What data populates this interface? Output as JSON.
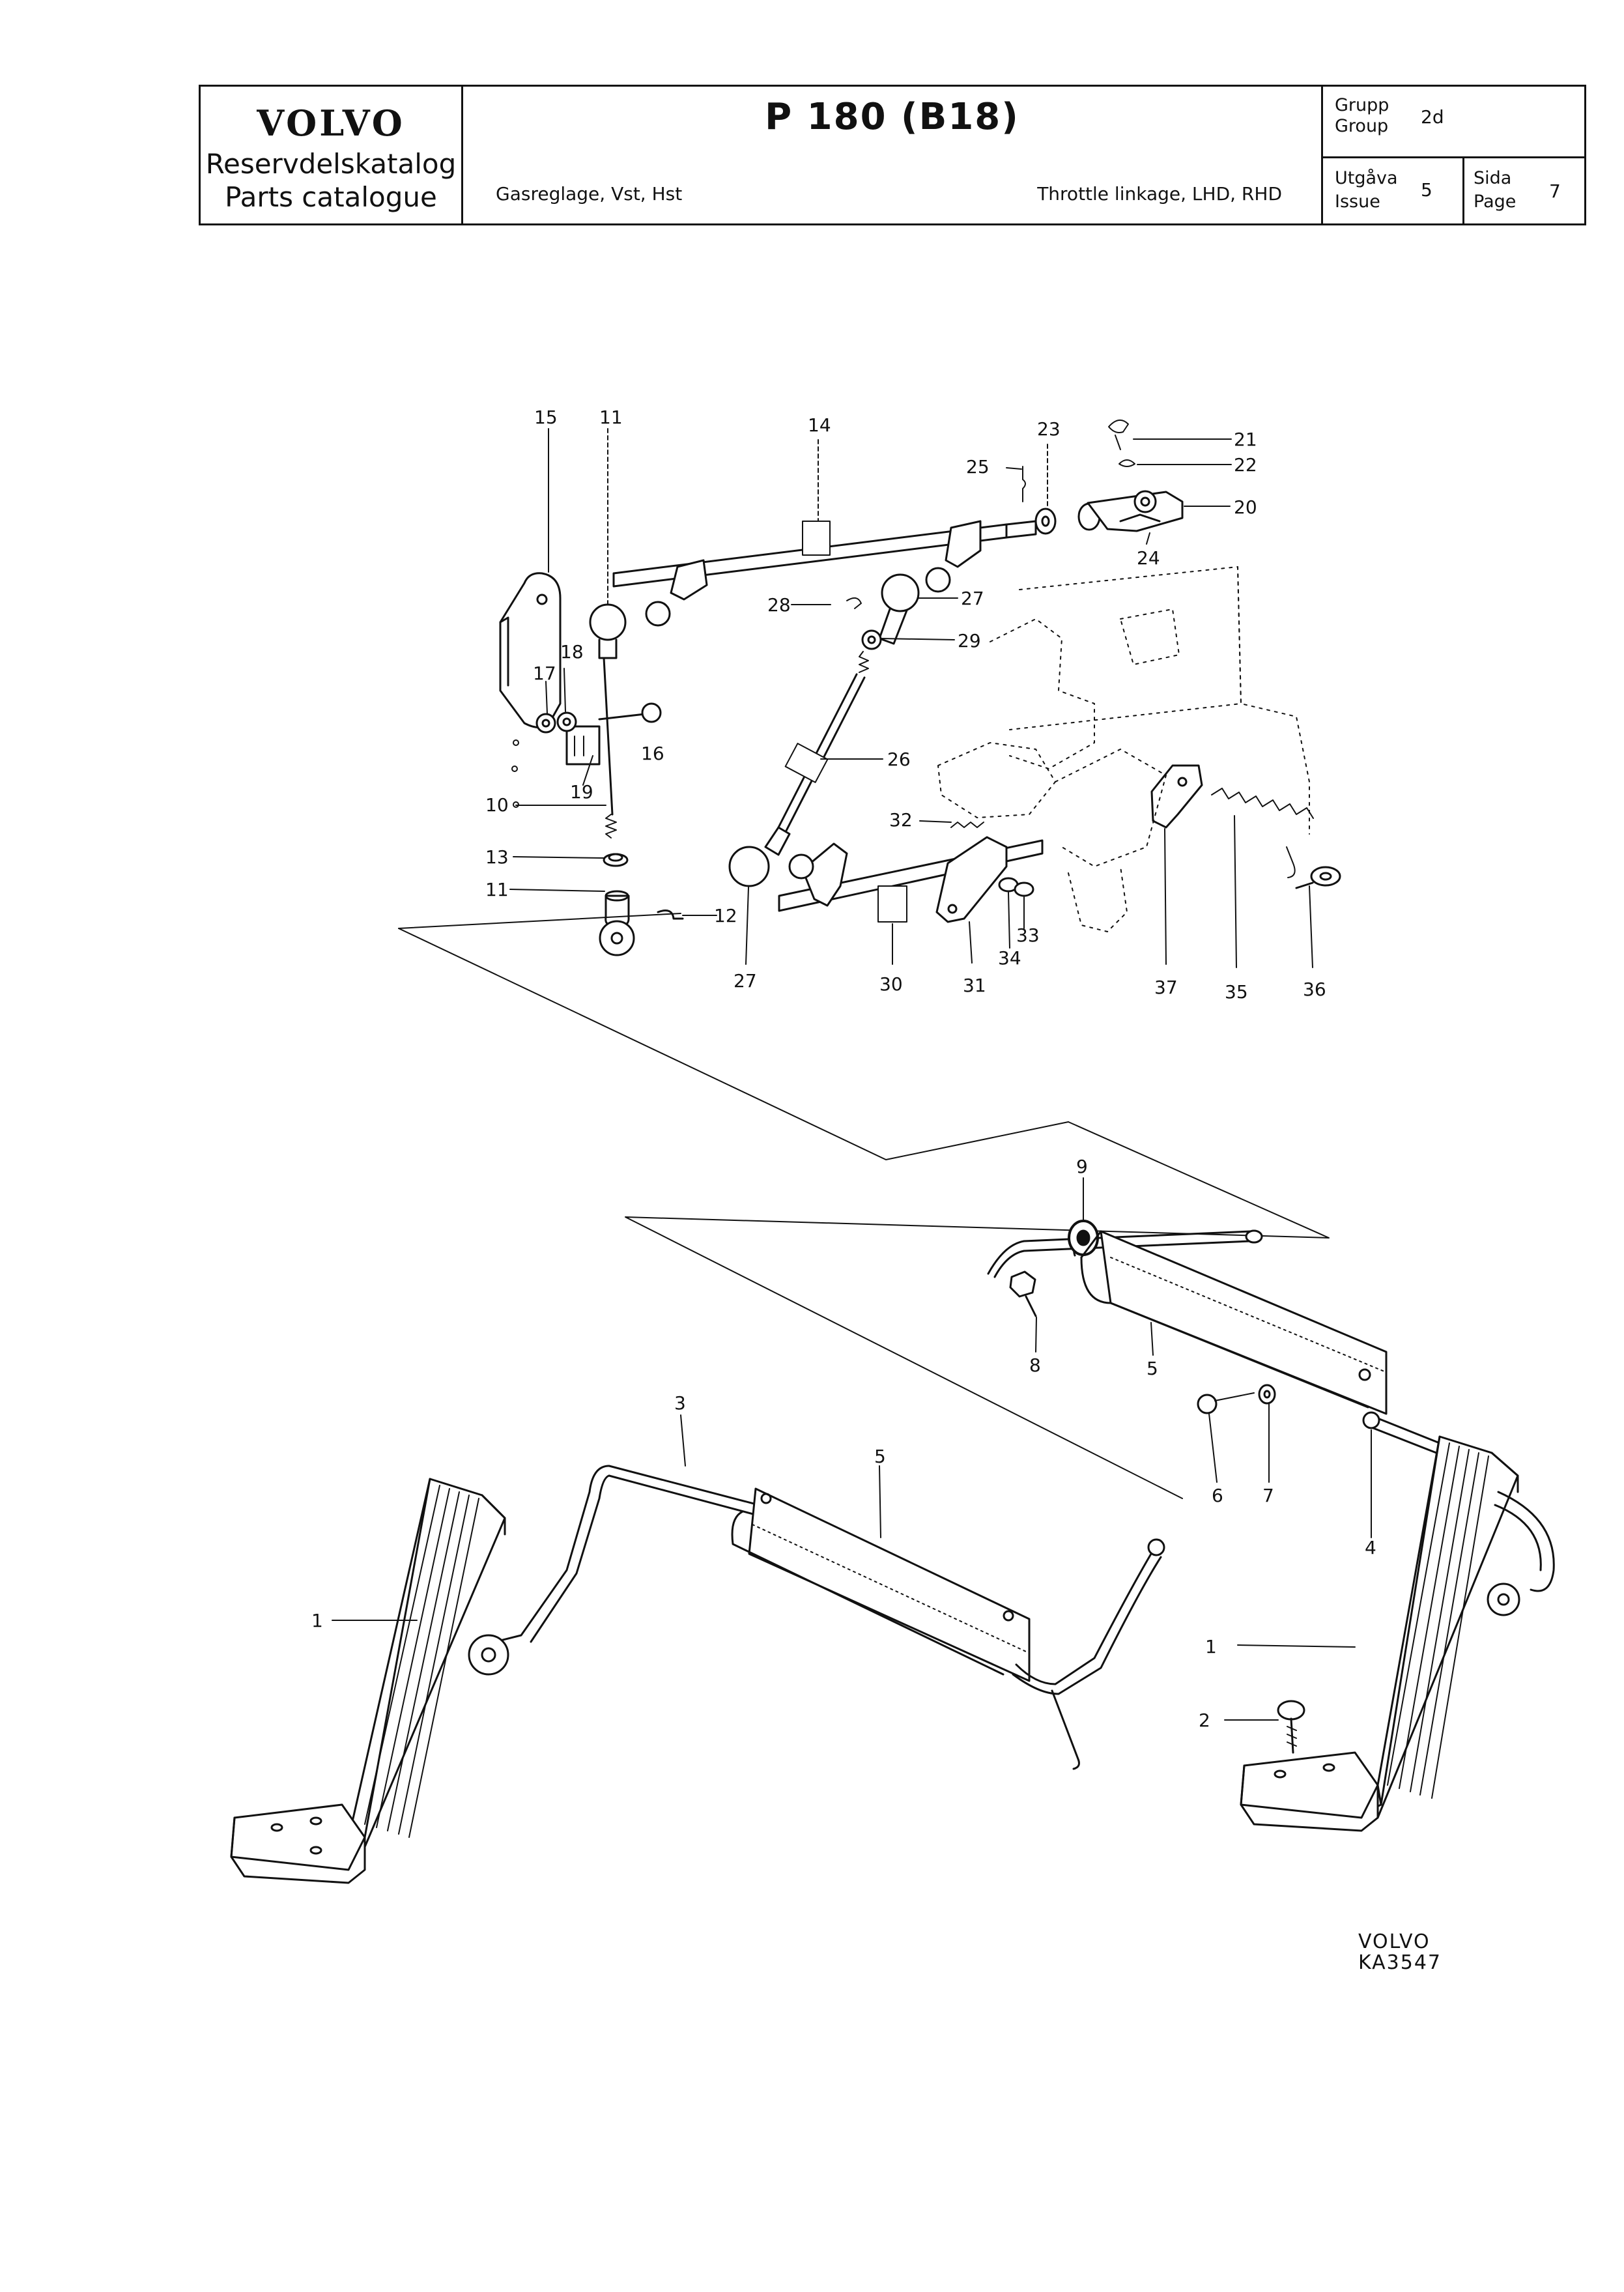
{
  "header": {
    "brand": "VOLVO",
    "catalog_sv": "Reservdelskatalog",
    "catalog_en": "Parts catalogue",
    "model": "P 180 (B18)",
    "desc_sv": "Gasreglage, Vst, Hst",
    "desc_en": "Throttle linkage, LHD, RHD",
    "group_label_sv": "Grupp",
    "group_label_en": "Group",
    "group_value": "2d",
    "issue_label_sv": "Utgåva",
    "issue_label_en": "Issue",
    "issue_value": "5",
    "page_label_sv": "Sida",
    "page_label_en": "Page",
    "page_value": "7"
  },
  "callouts": {
    "c1": "1",
    "c2": "2",
    "c3": "3",
    "c4": "4",
    "c5": "5",
    "c6": "6",
    "c7": "7",
    "c8": "8",
    "c9": "9",
    "c10": "10",
    "c11": "11",
    "c12": "12",
    "c13": "13",
    "c14": "14",
    "c15": "15",
    "c16": "16",
    "c17": "17",
    "c18": "18",
    "c19": "19",
    "c20": "20",
    "c21": "21",
    "c22": "22",
    "c23": "23",
    "c24": "24",
    "c25": "25",
    "c26": "26",
    "c27": "27",
    "c28": "28",
    "c29": "29",
    "c30": "30",
    "c31": "31",
    "c32": "32",
    "c33": "33",
    "c34": "34",
    "c35": "35",
    "c36": "36",
    "c37": "37"
  },
  "reference": {
    "line1": "VOLVO",
    "line2": "KA3547"
  }
}
